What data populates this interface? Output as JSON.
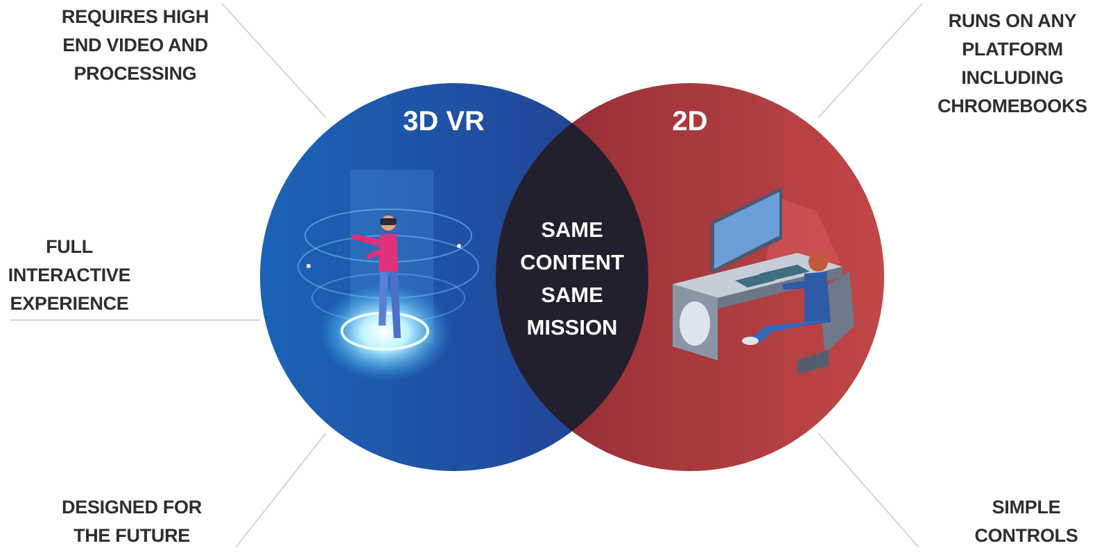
{
  "diagram": {
    "left_circle": {
      "title": "3D VR",
      "color_start": "#1b63b8",
      "color_end": "#233f8e"
    },
    "right_circle": {
      "title": "2D",
      "color_start": "#8e2a33",
      "color_end": "#c24747"
    },
    "overlap": {
      "text": "SAME\nCONTENT\nSAME\nMISSION",
      "color": "#231f2e"
    }
  },
  "callouts": {
    "top_left": "REQUIRES HIGH\nEND VIDEO AND\nPROCESSING",
    "middle_left": "FULL\nINTERACTIVE\nEXPERIENCE",
    "bottom_left": "DESIGNED FOR\nTHE FUTURE",
    "top_right": "RUNS ON ANY\nPLATFORM\nINCLUDING\nCHROMEBOOKS",
    "bottom_right": "SIMPLE\nCONTROLS"
  },
  "icons": {
    "left": "vr-headset-user-illustration",
    "right": "desktop-workstation-user-illustration"
  }
}
